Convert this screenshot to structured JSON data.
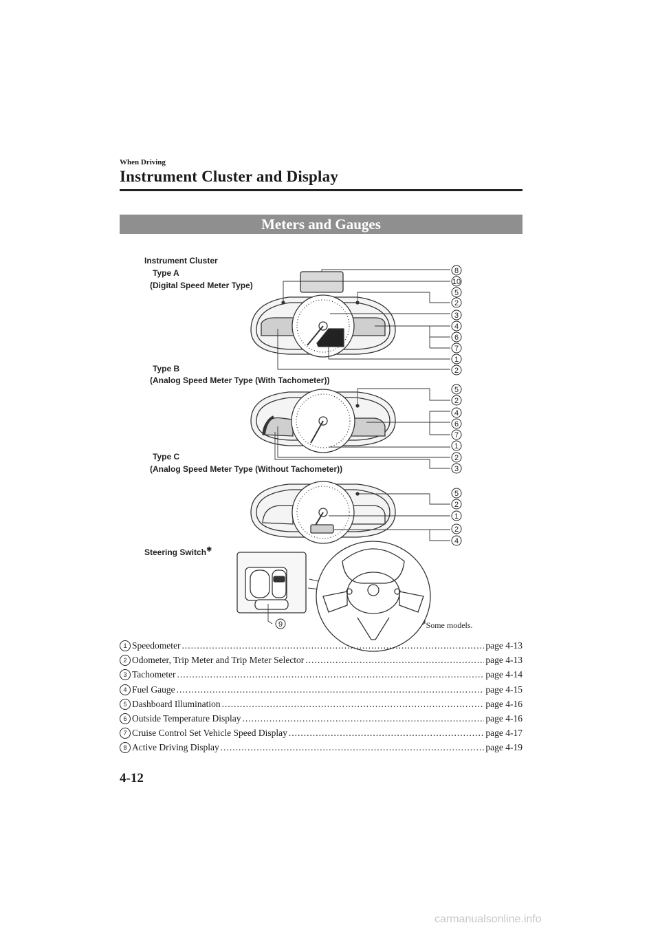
{
  "header": {
    "section": "When Driving",
    "title": "Instrument Cluster and Display"
  },
  "banner": "Meters and Gauges",
  "figure": {
    "caption": "Instrument Cluster",
    "type_a": {
      "name": "Type A",
      "desc": "(Digital Speed Meter Type)",
      "callouts": [
        "8",
        "10",
        "5",
        "2",
        "3",
        "4",
        "6",
        "7",
        "1",
        "2"
      ]
    },
    "type_b": {
      "name": "Type B",
      "desc": "(Analog Speed Meter Type (With Tachometer))",
      "callouts": [
        "5",
        "2",
        "4",
        "6",
        "7",
        "1",
        "2",
        "3"
      ]
    },
    "type_c": {
      "name": "Type C",
      "desc": "(Analog Speed Meter Type (Without Tachometer))",
      "callouts": [
        "5",
        "2",
        "1",
        "2",
        "4"
      ]
    },
    "steering": {
      "label": "Steering Switch",
      "asterisk": "✱",
      "callout": "9"
    },
    "footnote": "Some models."
  },
  "items": [
    {
      "n": "1",
      "label": "Speedometer",
      "page": "page 4-13"
    },
    {
      "n": "2",
      "label": "Odometer, Trip Meter and Trip Meter Selector",
      "page": "page 4-13"
    },
    {
      "n": "3",
      "label": "Tachometer",
      "page": "page 4-14"
    },
    {
      "n": "4",
      "label": "Fuel Gauge",
      "page": "page 4-15"
    },
    {
      "n": "5",
      "label": "Dashboard Illumination",
      "page": "page 4-16"
    },
    {
      "n": "6",
      "label": "Outside Temperature Display",
      "page": "page 4-16"
    },
    {
      "n": "7",
      "label": "Cruise Control Set Vehicle Speed Display",
      "page": "page 4-17"
    },
    {
      "n": "8",
      "label": "Active Driving Display",
      "page": "page 4-19"
    }
  ],
  "page_number": "4-12",
  "watermark": "carmanualsonline.info"
}
